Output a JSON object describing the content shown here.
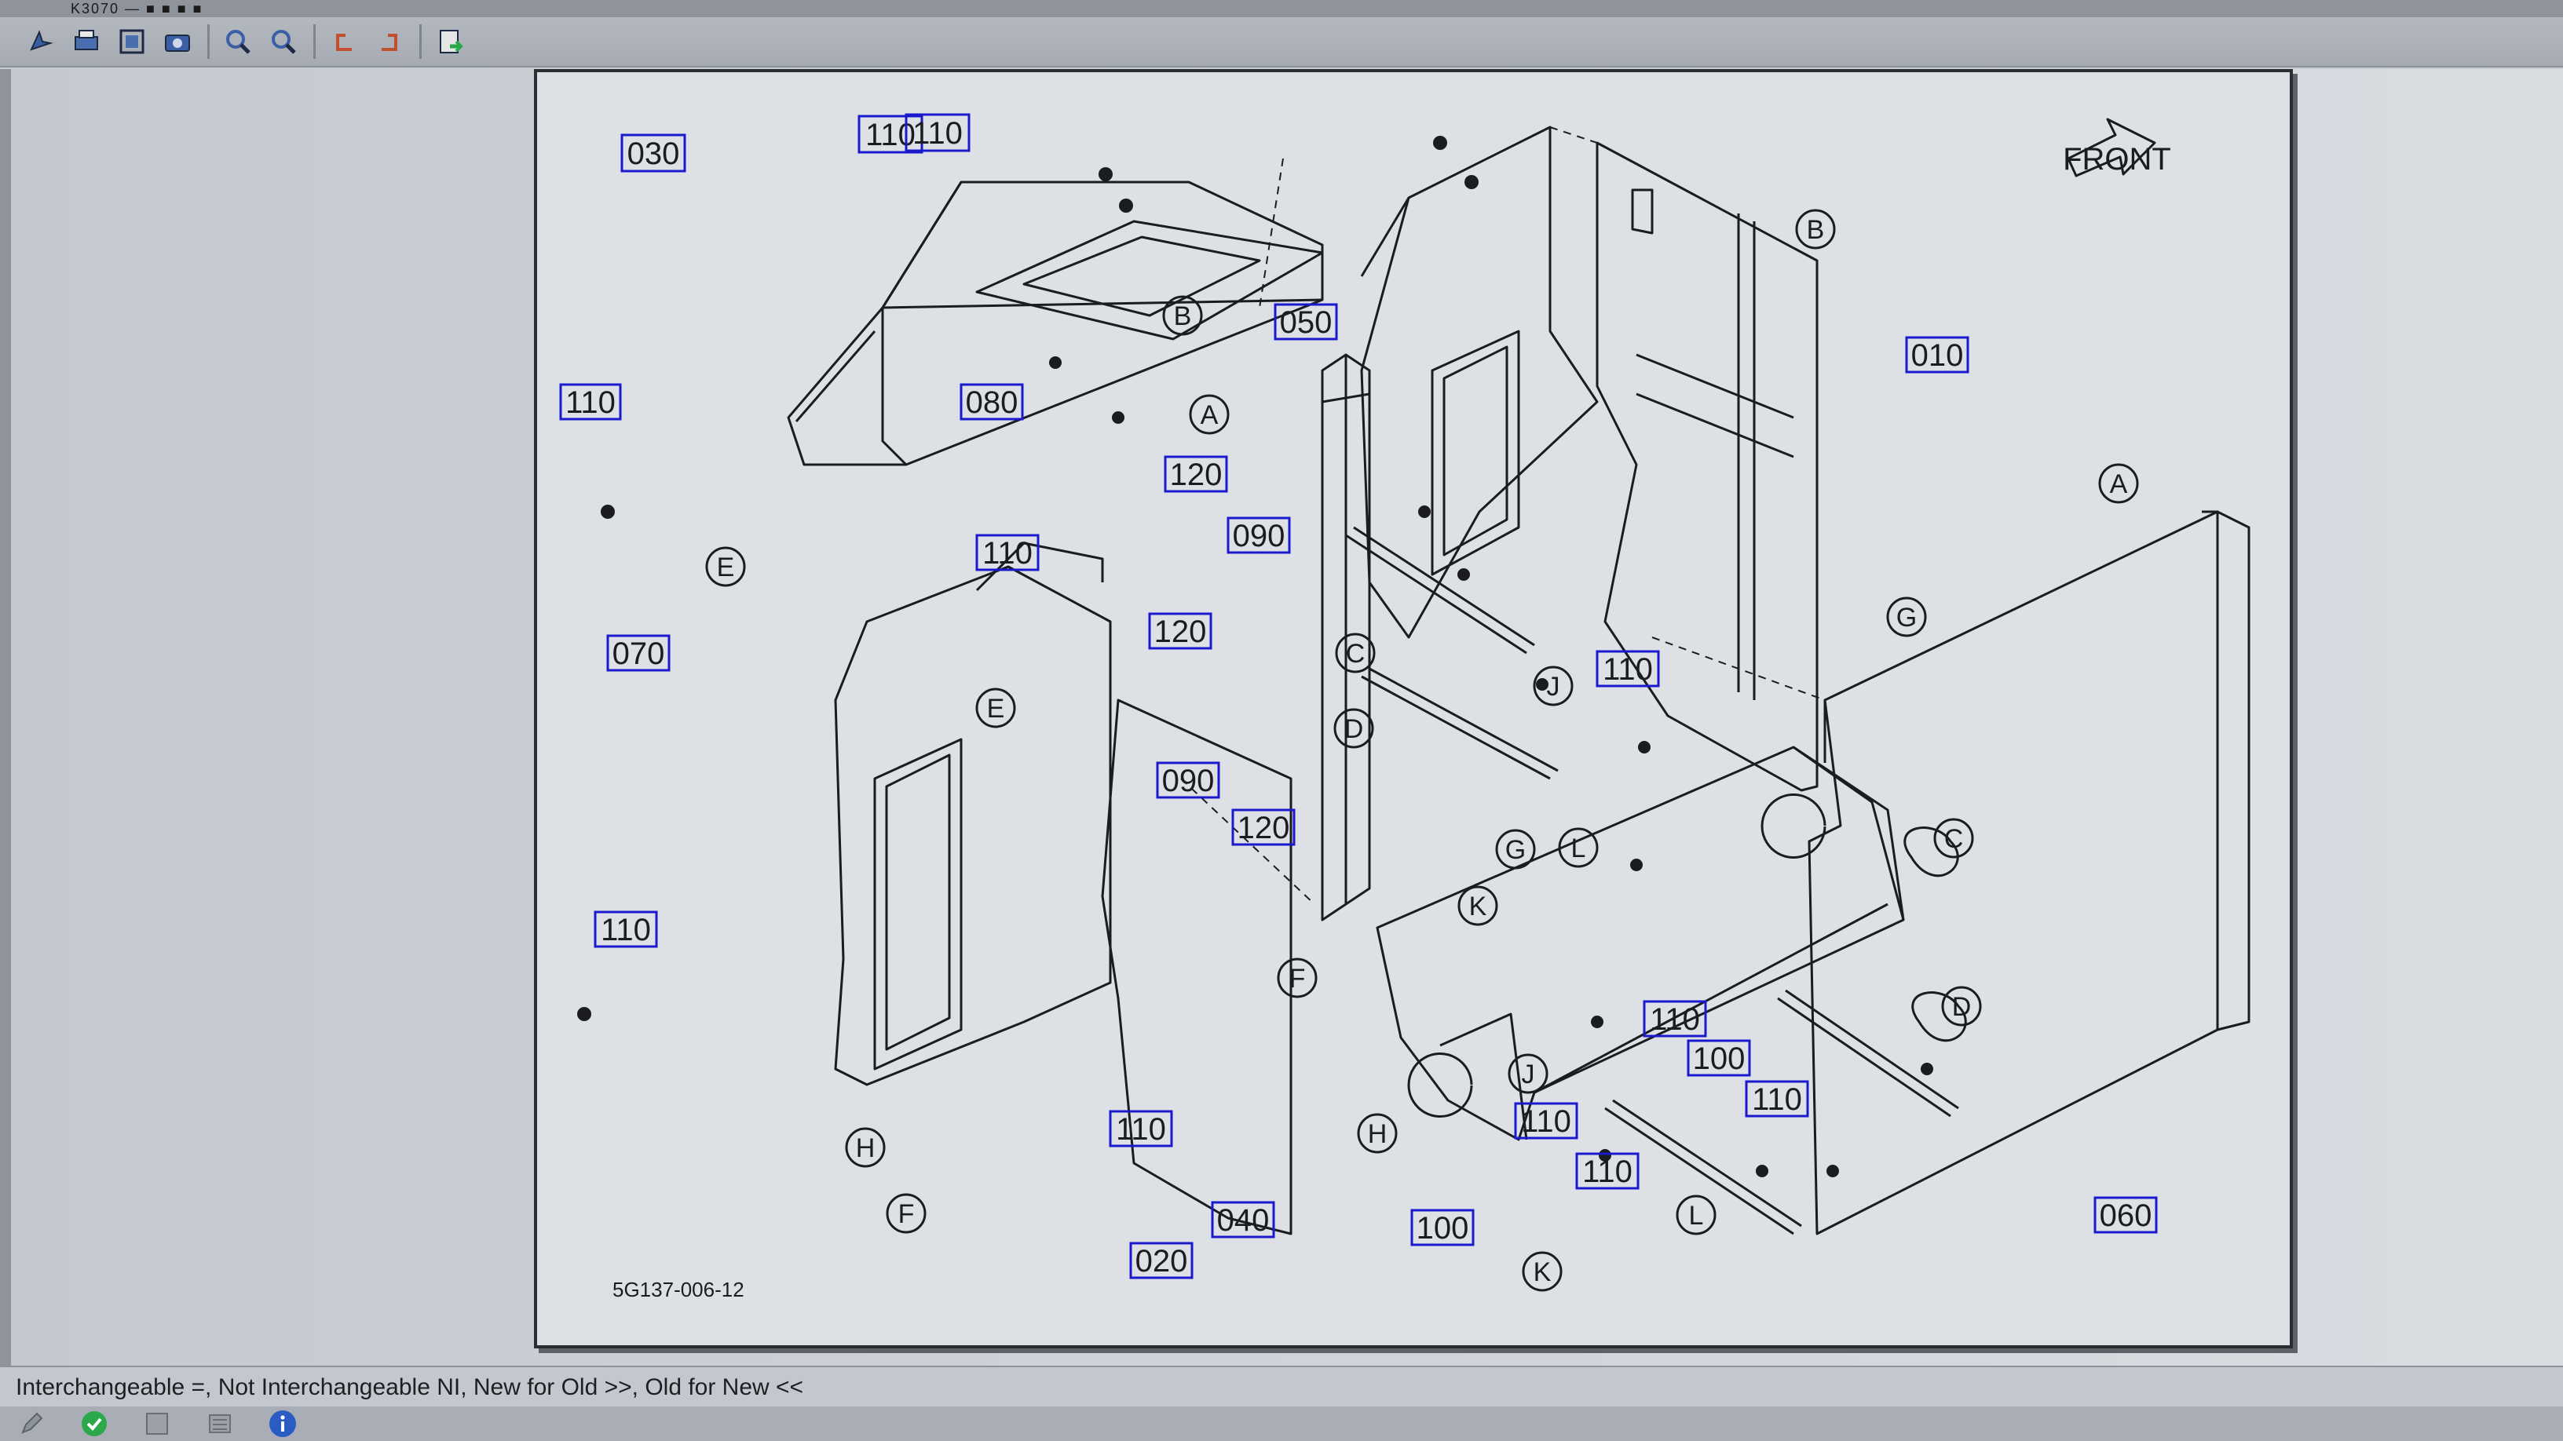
{
  "window": {
    "title": "K3070 — ■ ■ ■ ■"
  },
  "diagram": {
    "drawing_number": "5G137-006-12",
    "front_label": "FRONT",
    "part_labels": {
      "p030": "030",
      "p110a": "110",
      "p110b": "110",
      "p110c": "110",
      "p080": "080",
      "p120a": "120",
      "p110d": "110",
      "p090a": "090",
      "p120b": "120",
      "p050": "050",
      "p010": "010",
      "p070": "070",
      "p090b": "090",
      "p120c": "120",
      "p110e": "110",
      "p110f": "110",
      "p110g": "110",
      "p110h": "110",
      "p100a": "100",
      "p110i": "110",
      "p110j": "110",
      "p110k": "110",
      "p040": "040",
      "p020": "020",
      "p100b": "100",
      "p060": "060"
    },
    "ref_letters": {
      "B1": "B",
      "A1": "A",
      "E1": "E",
      "C1": "C",
      "D1": "D",
      "E2": "E",
      "B2": "B",
      "A2": "A",
      "G1": "G",
      "J1": "J",
      "G2": "G",
      "L1": "L",
      "K1": "K",
      "F1": "F",
      "C2": "C",
      "D2": "D",
      "J2": "J",
      "H1": "H",
      "L2": "L",
      "H2": "H",
      "F2": "F",
      "K2": "K"
    }
  },
  "status": {
    "legend": "Interchangeable =, Not Interchangeable NI, New for Old >>, Old for New <<"
  },
  "colors": {
    "label_box": "#1a1acc",
    "line": "#1b1c20",
    "paper": "#dde0e5",
    "info": "#2a5cc2",
    "ok": "#2aa84a"
  }
}
